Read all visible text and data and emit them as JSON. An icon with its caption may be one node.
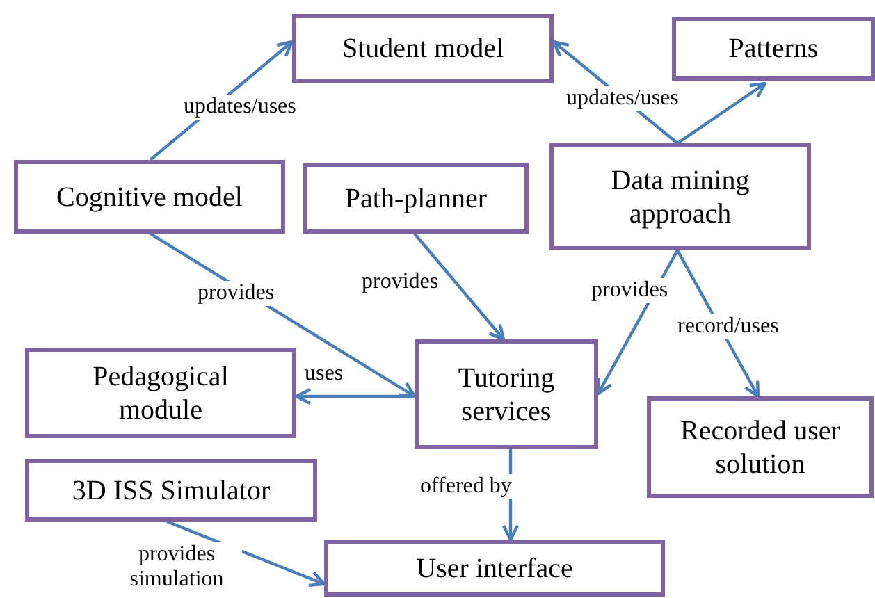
{
  "diagram": {
    "nodes": [
      {
        "text": [
          "Student model"
        ]
      },
      {
        "text": [
          "Patterns"
        ]
      },
      {
        "text": [
          "Cognitive model"
        ]
      },
      {
        "text": [
          "Path-planner"
        ]
      },
      {
        "text": [
          "Data mining approach"
        ]
      },
      {
        "text": [
          "Pedagogical module"
        ]
      },
      {
        "text": [
          "Tutoring services"
        ]
      },
      {
        "text": [
          "Recorded user solution"
        ]
      },
      {
        "text": [
          "3D ISS Simulator"
        ]
      },
      {
        "text": [
          "User interface"
        ]
      }
    ],
    "edges": [
      {
        "from": 2,
        "to": 0,
        "arrow": "to",
        "label": "updates/uses"
      },
      {
        "from": 4,
        "to": 0,
        "arrow": "to",
        "label": "updates/uses"
      },
      {
        "from": 4,
        "to": 1,
        "arrow": "to"
      },
      {
        "from": 2,
        "to": 6,
        "arrow": "to",
        "label": "provides"
      },
      {
        "from": 3,
        "to": 6,
        "arrow": "to",
        "label": "provides"
      },
      {
        "from": 6,
        "to": 5,
        "arrow": "to",
        "label": "uses"
      },
      {
        "from": 4,
        "to": 6,
        "arrow": "to",
        "label": "provides"
      },
      {
        "from": 4,
        "to": 7,
        "arrow": "to",
        "label": "record/uses"
      },
      {
        "from": 6,
        "to": 9,
        "arrow": "to",
        "label": "offered by"
      },
      {
        "from": 8,
        "to": 9,
        "arrow": "to",
        "label": "provides simulation"
      }
    ]
  }
}
